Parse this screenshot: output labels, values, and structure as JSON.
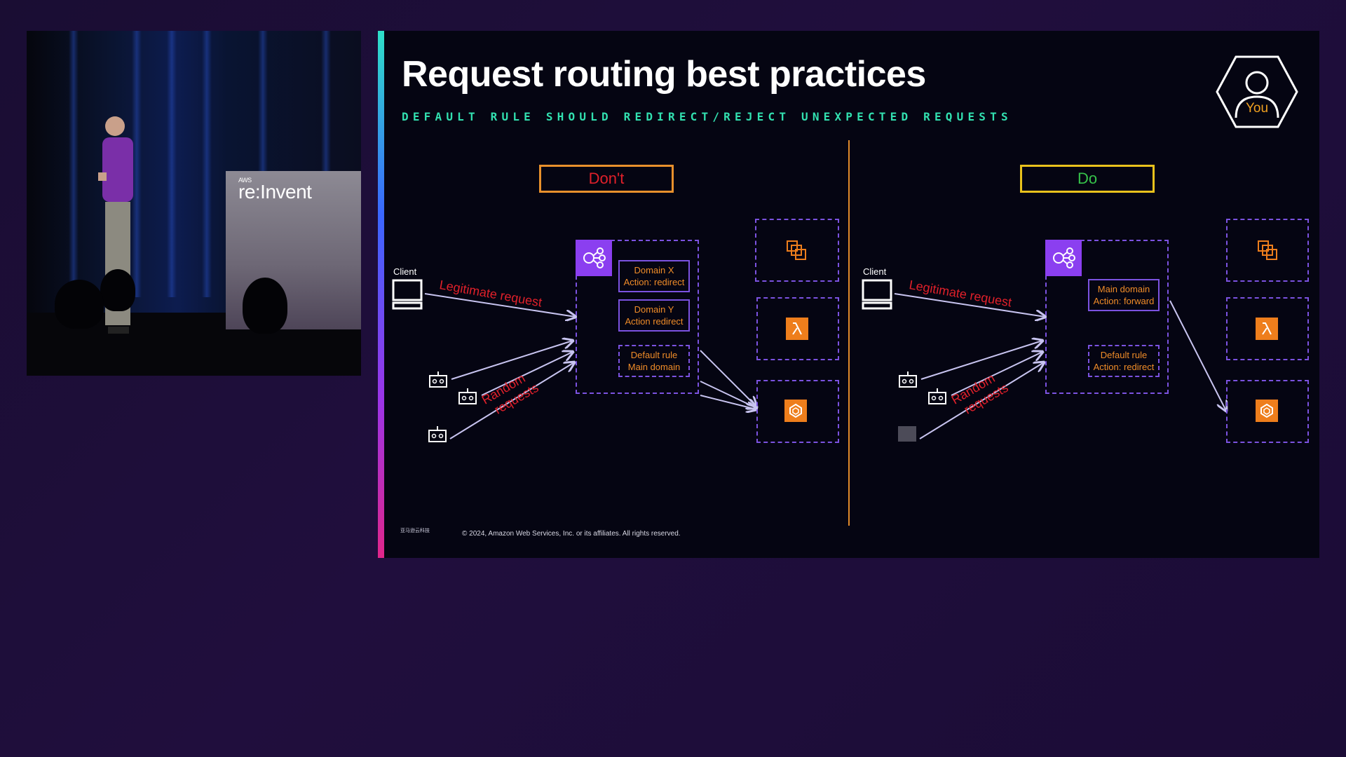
{
  "video": {
    "event_logo_prefix": "AWS",
    "event_logo": "re:Invent"
  },
  "slide": {
    "title": "Request routing best practices",
    "subtitle": "DEFAULT RULE SHOULD REDIRECT/REJECT UNEXPECTED REQUESTS",
    "copyright": "© 2024, Amazon Web Services, Inc. or its affiliates. All rights reserved.",
    "footer_logo": "亚马逊云科技",
    "badge_label": "You",
    "dont": {
      "label": "Don't",
      "client_label": "Client",
      "legit_label": "Legitimate request",
      "random_label_1": "Random",
      "random_label_2": "requests",
      "rules": [
        {
          "line1": "Domain X",
          "line2": "Action: redirect"
        },
        {
          "line1": "Domain Y",
          "line2": "Action redirect"
        },
        {
          "line1": "Default rule",
          "line2": "Main domain"
        }
      ]
    },
    "do": {
      "label": "Do",
      "client_label": "Client",
      "legit_label": "Legitimate request",
      "random_label_1": "Random",
      "random_label_2": "requests",
      "rules": [
        {
          "line1": "Main domain",
          "line2": "Action: forward"
        },
        {
          "line1": "Default rule",
          "line2": "Action: redirect"
        }
      ]
    }
  }
}
